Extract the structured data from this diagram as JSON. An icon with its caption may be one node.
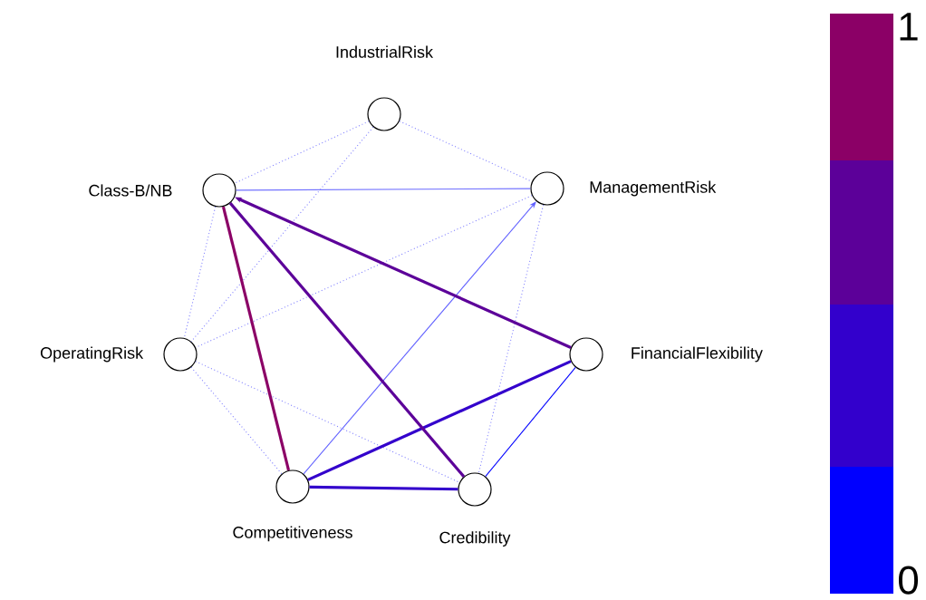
{
  "diagram": {
    "nodes": [
      {
        "text": [
          "IndustrialRisk"
        ]
      },
      {
        "text": [
          "Class-B/NB"
        ]
      },
      {
        "text": [
          "ManagementRisk"
        ]
      },
      {
        "text": [
          "OperatingRisk"
        ]
      },
      {
        "text": [
          "FinancialFlexibility"
        ]
      },
      {
        "text": [
          "Competitiveness"
        ]
      },
      {
        "text": [
          "Credibility"
        ]
      }
    ],
    "edges": [
      {
        "from": 0,
        "to": 1,
        "arrow": "none",
        "style": "dashed",
        "color": "#8080ff"
      },
      {
        "from": 0,
        "to": 3,
        "arrow": "none",
        "style": "dashed",
        "color": "#8080ff"
      },
      {
        "from": 0,
        "to": 2,
        "arrow": "none",
        "style": "dashed",
        "color": "#8080ff"
      },
      {
        "from": 1,
        "to": 3,
        "arrow": "none",
        "style": "dashed",
        "color": "#8080ff"
      },
      {
        "from": 2,
        "to": 3,
        "arrow": "none",
        "style": "dashed",
        "color": "#8080ff"
      },
      {
        "from": 2,
        "to": 6,
        "arrow": "none",
        "style": "dashed",
        "color": "#8080ff"
      },
      {
        "from": 3,
        "to": 5,
        "arrow": "none",
        "style": "dashed",
        "color": "#8080ff"
      },
      {
        "from": 3,
        "to": 6,
        "arrow": "none",
        "style": "dashed",
        "color": "#8080ff"
      },
      {
        "from": 1,
        "to": 2,
        "arrow": "none",
        "color": "#7070ff"
      },
      {
        "from": 5,
        "to": 2,
        "arrow": "to",
        "color": "#6060ff"
      },
      {
        "from": 6,
        "to": 4,
        "arrow": "none",
        "color": "#0000ff"
      },
      {
        "from": 5,
        "to": 6,
        "arrow": "none",
        "style": "thick",
        "color": "#3300cc"
      },
      {
        "from": 5,
        "to": 4,
        "arrow": "none",
        "style": "thick",
        "color": "#3300cc"
      },
      {
        "from": 4,
        "to": 1,
        "arrow": "to",
        "style": "thick",
        "color": "#5c0099"
      },
      {
        "from": 6,
        "to": 1,
        "arrow": "none",
        "style": "thick",
        "color": "#5c0099"
      },
      {
        "from": 5,
        "to": 1,
        "arrow": "none",
        "style": "thick",
        "color": "#8b0066"
      }
    ],
    "labels": [
      "1",
      "0"
    ]
  }
}
